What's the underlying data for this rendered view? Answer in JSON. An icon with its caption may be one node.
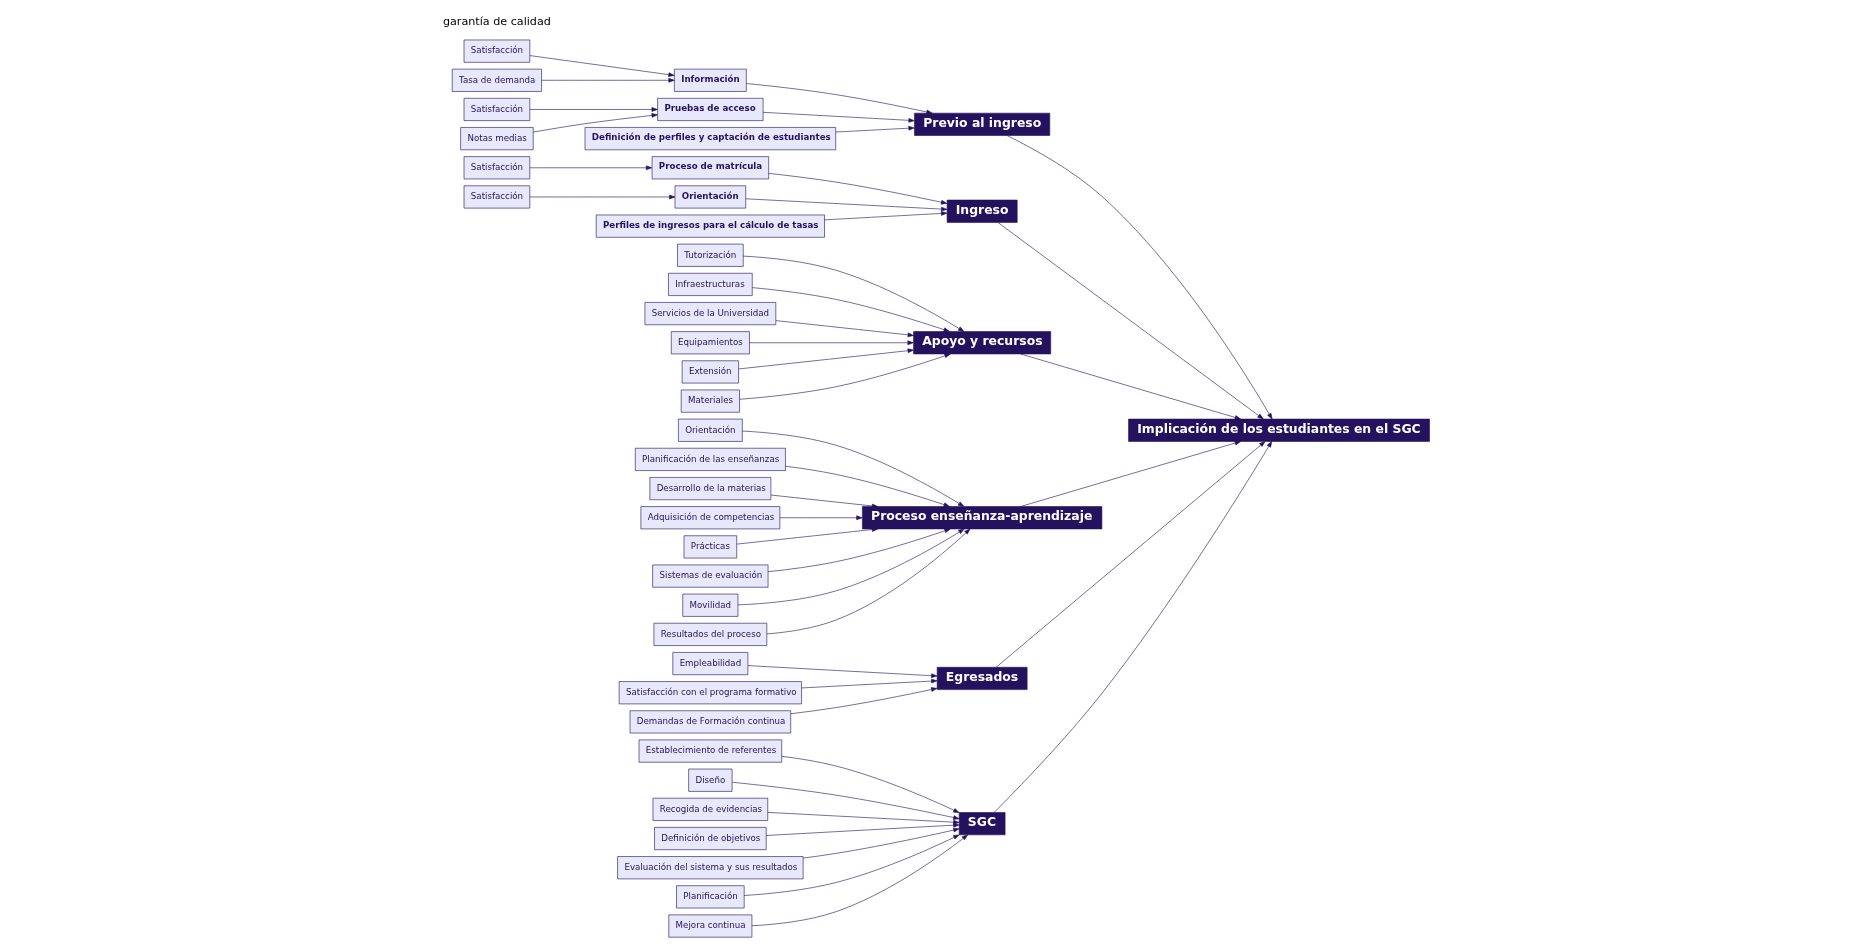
{
  "diagram": {
    "nodes": [
      {
        "text": [
          "SGC"
        ]
      },
      {
        "text": [
          "Previo al ingreso"
        ]
      },
      {
        "text": [
          "Ingreso"
        ]
      },
      {
        "text": [
          "Implicación de los estudiantes en el SGC"
        ]
      },
      {
        "text": [
          "Apoyo y recursos"
        ]
      },
      {
        "text": [
          "Proceso enseñanza-aprendizaje"
        ]
      },
      {
        "text": [
          "Egresados"
        ]
      },
      {
        "text": [
          "Establecimiento de referentes"
        ]
      },
      {
        "text": [
          "Diseño"
        ]
      },
      {
        "text": [
          "Recogida de evidencias"
        ]
      },
      {
        "text": [
          "Definición de objetivos"
        ]
      },
      {
        "text": [
          "Evaluación del sistema y sus resultados"
        ]
      },
      {
        "text": [
          "Planificación"
        ]
      },
      {
        "text": [
          "Mejora continua"
        ]
      },
      {
        "text": [
          "Satisfacción"
        ]
      },
      {
        "text": [
          "Satisfacción"
        ]
      },
      {
        "text": [
          "Información"
        ]
      },
      {
        "text": [
          "Pruebas de acceso"
        ]
      },
      {
        "text": [
          "Tasa de demanda"
        ]
      },
      {
        "text": [
          "Notas medias"
        ]
      },
      {
        "text": [
          "Definición de perfiles y captación de estudiantes"
        ]
      },
      {
        "text": [
          "Satisfacción"
        ]
      },
      {
        "text": [
          "Satisfacción"
        ]
      },
      {
        "text": [
          "Proceso de matrícula"
        ]
      },
      {
        "text": [
          "Orientación"
        ]
      },
      {
        "text": [
          "Perfiles de ingresos para el cálculo de tasas"
        ]
      },
      {
        "text": [
          "Tutorización"
        ]
      },
      {
        "text": [
          "Infraestructuras"
        ]
      },
      {
        "text": [
          "Servicios de la Universidad"
        ]
      },
      {
        "text": [
          "Equipamientos"
        ]
      },
      {
        "text": [
          "Extensión"
        ]
      },
      {
        "text": [
          "Materiales"
        ]
      },
      {
        "text": [
          "Orientación"
        ]
      },
      {
        "text": [
          "Planificación de las enseñanzas"
        ]
      },
      {
        "text": [
          "Desarrollo de la materias"
        ]
      },
      {
        "text": [
          "Adquisición de competencias"
        ]
      },
      {
        "text": [
          "Prácticas"
        ]
      },
      {
        "text": [
          "Sistemas de evaluación"
        ]
      },
      {
        "text": [
          "Movilidad"
        ]
      },
      {
        "text": [
          "Resultados del proceso"
        ]
      },
      {
        "text": [
          "Empleabilidad"
        ]
      },
      {
        "text": [
          "Satisfacción con el programa formativo"
        ]
      },
      {
        "text": [
          "Demandas de Formación continua"
        ]
      }
    ],
    "edges": [
      {
        "from": 0,
        "to": 3,
        "arrow": "to"
      },
      {
        "from": 1,
        "to": 3,
        "arrow": "to"
      },
      {
        "from": 2,
        "to": 3,
        "arrow": "to"
      },
      {
        "from": 4,
        "to": 3,
        "arrow": "to"
      },
      {
        "from": 5,
        "to": 3,
        "arrow": "to"
      },
      {
        "from": 6,
        "to": 3,
        "arrow": "to"
      },
      {
        "from": 7,
        "to": 0,
        "arrow": "to"
      },
      {
        "from": 8,
        "to": 0,
        "arrow": "to"
      },
      {
        "from": 9,
        "to": 0,
        "arrow": "to"
      },
      {
        "from": 10,
        "to": 0,
        "arrow": "to"
      },
      {
        "from": 11,
        "to": 0,
        "arrow": "to"
      },
      {
        "from": 12,
        "to": 0,
        "arrow": "to"
      },
      {
        "from": 13,
        "to": 0,
        "arrow": "to"
      },
      {
        "from": 14,
        "to": 16,
        "arrow": "to"
      },
      {
        "from": 15,
        "to": 17,
        "arrow": "to"
      },
      {
        "from": 16,
        "to": 1,
        "arrow": "to"
      },
      {
        "from": 17,
        "to": 1,
        "arrow": "to"
      },
      {
        "from": 18,
        "to": 16,
        "arrow": "to"
      },
      {
        "from": 19,
        "to": 17,
        "arrow": "to"
      },
      {
        "from": 20,
        "to": 1,
        "arrow": "to"
      },
      {
        "from": 21,
        "to": 24,
        "arrow": "to"
      },
      {
        "from": 22,
        "to": 23,
        "arrow": "to"
      },
      {
        "from": 23,
        "to": 2,
        "arrow": "to"
      },
      {
        "from": 24,
        "to": 2,
        "arrow": "to"
      },
      {
        "from": 25,
        "to": 2,
        "arrow": "to"
      },
      {
        "from": 26,
        "to": 4,
        "arrow": "to"
      },
      {
        "from": 27,
        "to": 4,
        "arrow": "to"
      },
      {
        "from": 28,
        "to": 4,
        "arrow": "to"
      },
      {
        "from": 29,
        "to": 4,
        "arrow": "to"
      },
      {
        "from": 30,
        "to": 4,
        "arrow": "to"
      },
      {
        "from": 31,
        "to": 4,
        "arrow": "to"
      },
      {
        "from": 32,
        "to": 5,
        "arrow": "to"
      },
      {
        "from": 33,
        "to": 5,
        "arrow": "to"
      },
      {
        "from": 34,
        "to": 5,
        "arrow": "to"
      },
      {
        "from": 35,
        "to": 5,
        "arrow": "to"
      },
      {
        "from": 36,
        "to": 5,
        "arrow": "to"
      },
      {
        "from": 37,
        "to": 5,
        "arrow": "to"
      },
      {
        "from": 38,
        "to": 5,
        "arrow": "to"
      },
      {
        "from": 39,
        "to": 5,
        "arrow": "to"
      },
      {
        "from": 40,
        "to": 6,
        "arrow": "to"
      },
      {
        "from": 41,
        "to": 6,
        "arrow": "to"
      },
      {
        "from": 42,
        "to": 6,
        "arrow": "to"
      }
    ],
    "labels": [
      "garantía de calidad"
    ]
  }
}
